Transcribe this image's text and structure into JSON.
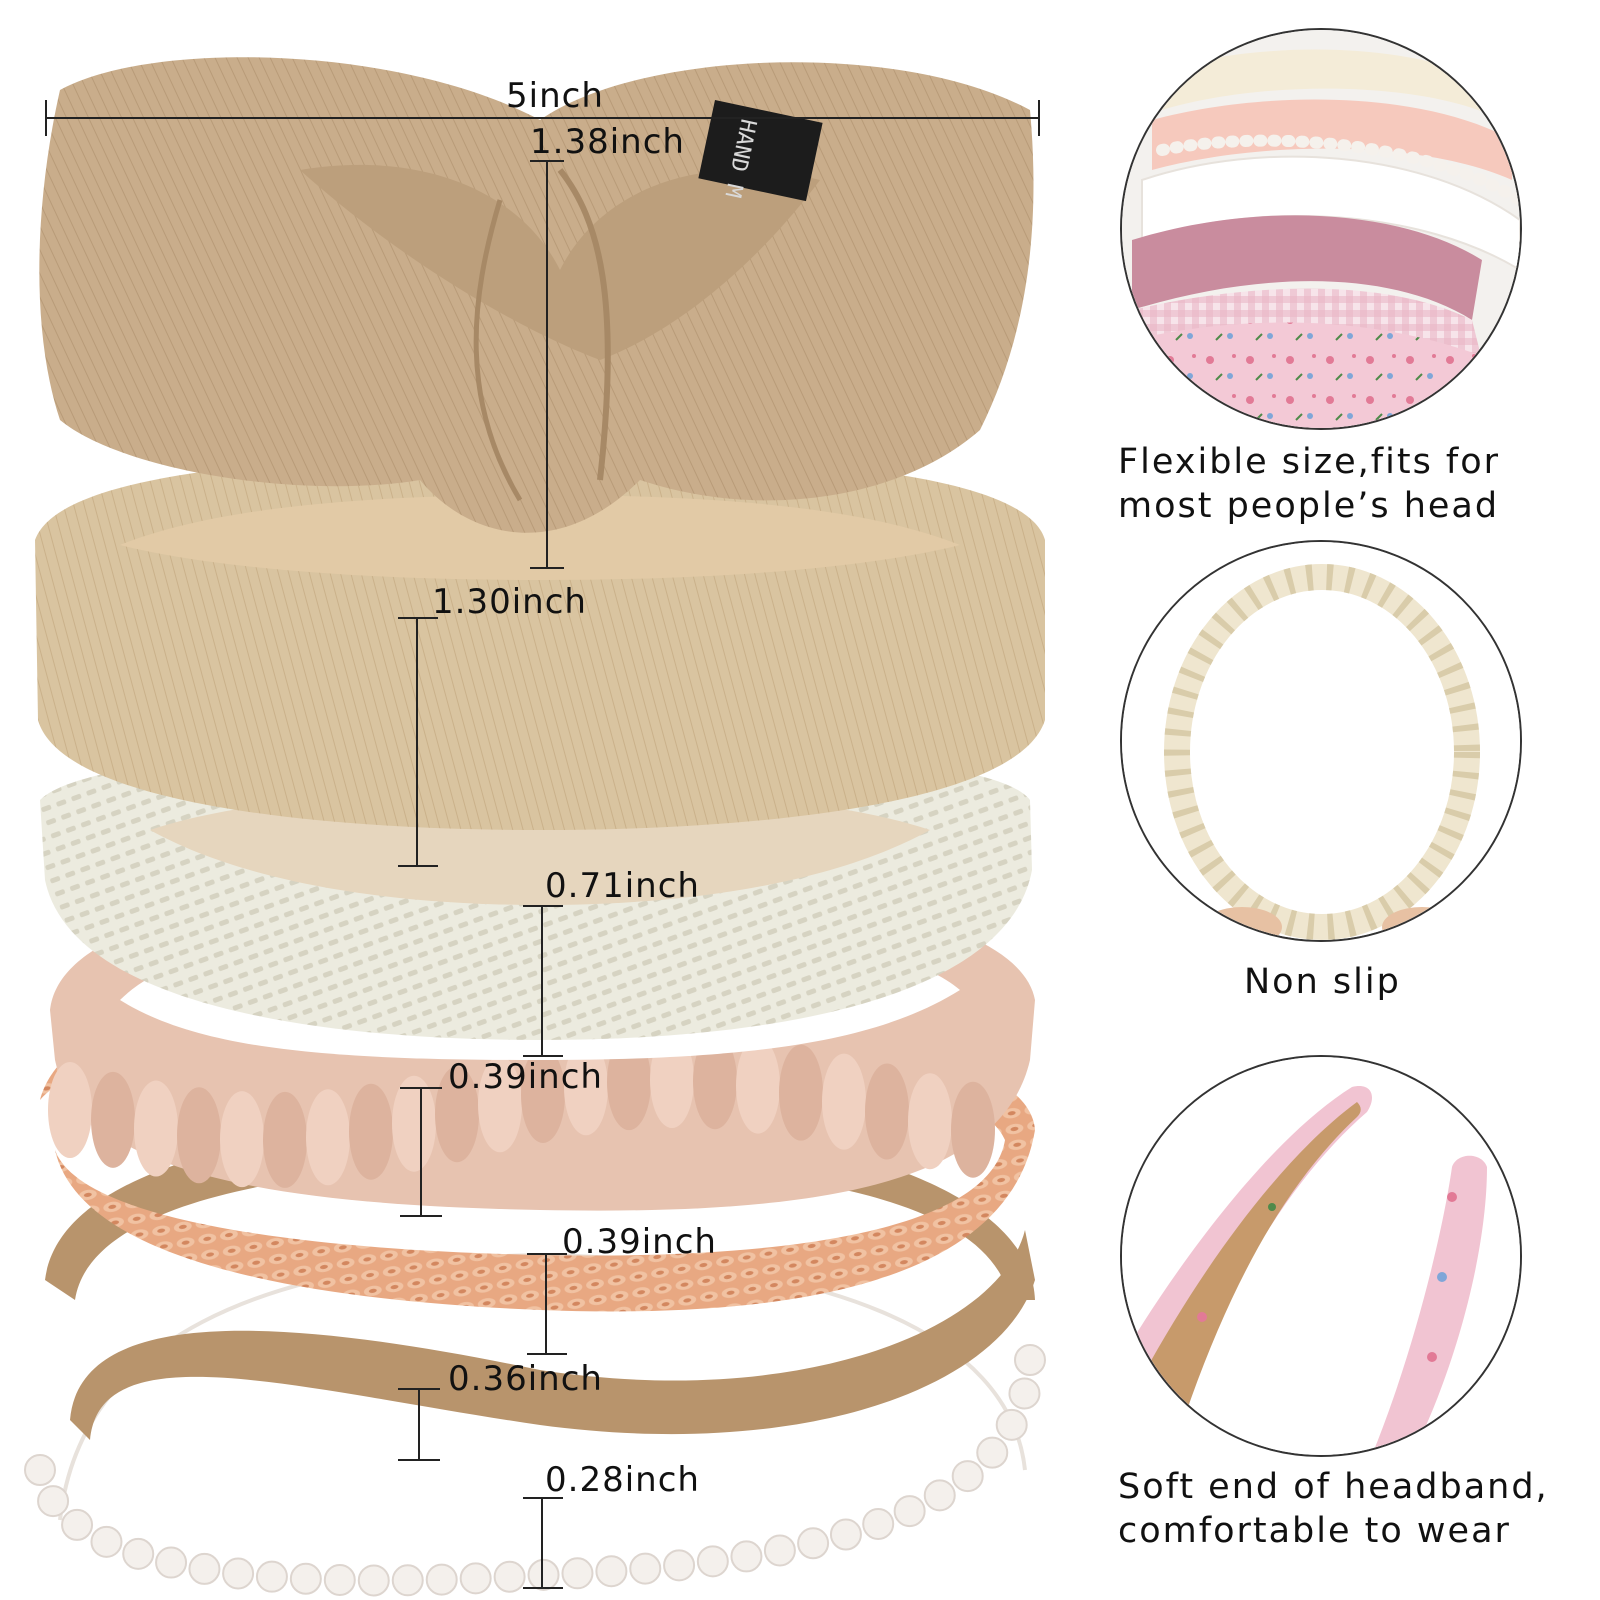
{
  "measurements": {
    "width": "5inch",
    "knot_band_width": "1.38inch",
    "padded_band_width": "1.30inch",
    "knit_band_width": "0.71inch",
    "satin_band_width": "0.39inch",
    "braided_band_width": "0.39inch",
    "twisted_band_width": "0.36inch",
    "pearl_band_width": "0.28inch"
  },
  "tag": {
    "text": "HAND M"
  },
  "features": {
    "flexible": "Flexible size,fits for\nmost people’s head",
    "non_slip": "Non slip",
    "soft_end": "Soft end of headband,\ncomfortable to wear"
  },
  "colors": {
    "knot_band": "#c9ad8b",
    "padded_band": "#d9c4a0",
    "knit_band": "#ecebdf",
    "satin_band": "#e7c3b0",
    "braided_band": "#e6a07c",
    "twisted_band": "#b8946c",
    "pearl": "#f4f0ec"
  }
}
